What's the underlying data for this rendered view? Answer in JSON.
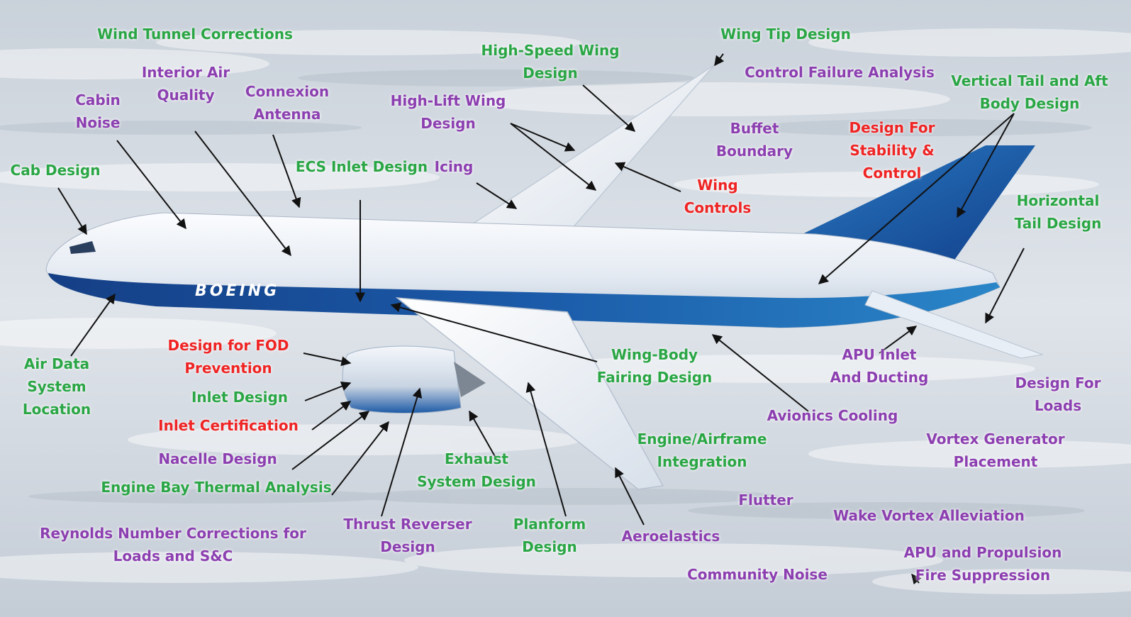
{
  "brand": "BOEING",
  "colors": {
    "category_green": "#2aa645",
    "category_purple": "#8c3fb0",
    "category_red": "#ef2424",
    "fuselage_blue": "#1a4f9c",
    "fuselage_white": "#f2f5f9",
    "cloud_background": "#cfd6de"
  },
  "labels": [
    {
      "id": "wind-tunnel-corrections",
      "text": "Wind Tunnel Corrections",
      "color": "green"
    },
    {
      "id": "wing-tip-design",
      "text": "Wing Tip Design",
      "color": "green"
    },
    {
      "id": "high-speed-wing-design",
      "text": "High-Speed Wing\nDesign",
      "color": "green"
    },
    {
      "id": "interior-air-quality",
      "text": "Interior Air\nQuality",
      "color": "purple"
    },
    {
      "id": "control-failure-analysis",
      "text": "Control Failure Analysis",
      "color": "purple"
    },
    {
      "id": "vertical-tail-aft-body-design",
      "text": "Vertical Tail and Aft\nBody Design",
      "color": "green"
    },
    {
      "id": "cabin-noise",
      "text": "Cabin\nNoise",
      "color": "purple"
    },
    {
      "id": "connexion-antenna",
      "text": "Connexion\nAntenna",
      "color": "purple"
    },
    {
      "id": "high-lift-wing-design",
      "text": "High-Lift Wing\nDesign",
      "color": "purple"
    },
    {
      "id": "buffet-boundary",
      "text": "Buffet\nBoundary",
      "color": "purple"
    },
    {
      "id": "design-for-stability-control",
      "text": "Design For\nStability &\nControl",
      "color": "red"
    },
    {
      "id": "cab-design",
      "text": "Cab Design",
      "color": "green"
    },
    {
      "id": "ecs-inlet-design",
      "text": "ECS Inlet Design",
      "color": "green"
    },
    {
      "id": "icing",
      "text": "Icing",
      "color": "purple"
    },
    {
      "id": "wing-controls",
      "text": "Wing\nControls",
      "color": "red"
    },
    {
      "id": "horizontal-tail-design",
      "text": "Horizontal\nTail Design",
      "color": "green"
    },
    {
      "id": "design-for-fod-prevention",
      "text": "Design for FOD\nPrevention",
      "color": "red"
    },
    {
      "id": "wing-body-fairing-design",
      "text": "Wing-Body\nFairing Design",
      "color": "green"
    },
    {
      "id": "apu-inlet-ducting",
      "text": "APU Inlet\nAnd Ducting",
      "color": "purple"
    },
    {
      "id": "air-data-system-location",
      "text": "Air Data\nSystem\nLocation",
      "color": "green"
    },
    {
      "id": "inlet-design",
      "text": "Inlet Design",
      "color": "green"
    },
    {
      "id": "design-for-loads",
      "text": "Design For\nLoads",
      "color": "purple"
    },
    {
      "id": "inlet-certification",
      "text": "Inlet Certification",
      "color": "red"
    },
    {
      "id": "avionics-cooling",
      "text": "Avionics Cooling",
      "color": "purple"
    },
    {
      "id": "engine-airframe-integration",
      "text": "Engine/Airframe\nIntegration",
      "color": "green"
    },
    {
      "id": "vortex-generator-placement",
      "text": "Vortex Generator\nPlacement",
      "color": "purple"
    },
    {
      "id": "nacelle-design",
      "text": "Nacelle Design",
      "color": "purple"
    },
    {
      "id": "exhaust-system-design",
      "text": "Exhaust\nSystem Design",
      "color": "green"
    },
    {
      "id": "engine-bay-thermal-analysis",
      "text": "Engine Bay Thermal Analysis",
      "color": "green"
    },
    {
      "id": "flutter",
      "text": "Flutter",
      "color": "purple"
    },
    {
      "id": "wake-vortex-alleviation",
      "text": "Wake Vortex Alleviation",
      "color": "purple"
    },
    {
      "id": "thrust-reverser-design",
      "text": "Thrust Reverser\nDesign",
      "color": "purple"
    },
    {
      "id": "planform-design",
      "text": "Planform\nDesign",
      "color": "green"
    },
    {
      "id": "aeroelastics",
      "text": "Aeroelastics",
      "color": "purple"
    },
    {
      "id": "reynolds-number-corrections",
      "text": "Reynolds Number Corrections for\nLoads and S&C",
      "color": "purple"
    },
    {
      "id": "apu-propulsion-fire-suppression",
      "text": "APU and Propulsion\nFire Suppression",
      "color": "purple"
    },
    {
      "id": "community-noise",
      "text": "Community Noise",
      "color": "purple"
    }
  ]
}
